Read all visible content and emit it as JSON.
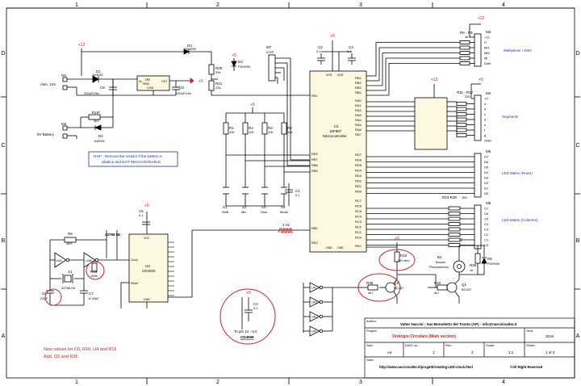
{
  "frame": {
    "cols": [
      "1",
      "2",
      "3",
      "4"
    ],
    "rows": [
      "D",
      "C",
      "B",
      "A"
    ]
  },
  "rails": {
    "p12": "+12",
    "p5": "+5"
  },
  "power": {
    "m1": "M1",
    "m1_label": "Alim. 12V",
    "m2": "M2",
    "m2_label": "9V Battery",
    "d1": "D1",
    "d1_val": "1N4001",
    "d2": "D2",
    "d2_val": "FDH999",
    "d3": "D3",
    "d3_val": "FDH999",
    "d4": "D4",
    "d4_val": "1N4001",
    "u5": "U5",
    "u5_val": "7805",
    "u5_com": "COM",
    "u5_in": "IN",
    "u5_out": "OUT",
    "c8": "C8",
    "c8_val": "220uF/25v",
    "c9": "C9",
    "c9_val": "100uF/16v",
    "r18": "R18*",
    "r18_val": "3k3",
    "r20": "R20",
    "r20_val": "33k",
    "r21": "R21",
    "r21_val": "22k",
    "note_line1": "R18* - Remove the resistor if the battery is",
    "note_line2": "alkaline and NOT RECHARGEABLE"
  },
  "mcu": {
    "u1": "U1",
    "u1_val1": "16F887",
    "u1_val2": "Microcontroller",
    "m7": "M7",
    "m7_val": "ICSP",
    "c2": "C2",
    "c2_val": "0.1",
    "c3": "C3",
    "c3_val": "0.1",
    "c1": "C1",
    "c1_val": "0.1",
    "pins_left": [
      "RE3",
      "RB7",
      "RB6",
      "RB5",
      "RB0",
      "RE2"
    ],
    "pins_right_top": [
      "RB1",
      "RB2",
      "RB3",
      "RB4"
    ],
    "pins_a": [
      "RA0",
      "RA1",
      "RA2",
      "RA3",
      "RA4",
      "RA5",
      "RA6",
      "RA7"
    ],
    "pins_d": [
      "RD7",
      "RD6",
      "RD5",
      "RD4",
      "RD3",
      "RD2",
      "RD1",
      "RD0"
    ],
    "pins_c": [
      "RC7",
      "RC6",
      "RC5",
      "RC4",
      "RC3",
      "RC2",
      "RC1",
      "RC0"
    ],
    "re1": "RE1",
    "re0": "RE0",
    "vdd": "VDD",
    "gnd": "GND"
  },
  "buttons": {
    "resistors": [
      {
        "name": "R1",
        "val": "10k"
      },
      {
        "name": "R2",
        "val": "10k"
      },
      {
        "name": "R3",
        "val": "10k"
      },
      {
        "name": "R4",
        "val": "10k"
      }
    ],
    "switches": [
      {
        "name": "S1",
        "label": "Shift"
      },
      {
        "name": "S2",
        "label": "Min"
      },
      {
        "name": "S3",
        "label": "Hour"
      },
      {
        "name": "S4",
        "label": "Mode"
      }
    ]
  },
  "oscillator": {
    "r5": "R5",
    "r5_val": "4M7",
    "u4a": "U4A",
    "u4b": "U4B",
    "r19": "R19",
    "r19_val": "100k",
    "x1": "X1",
    "x1_val": "32768 Hz",
    "c6": "C6",
    "c6_val": "22pF",
    "c7": "C7",
    "c7_val": "6-30pF",
    "freq": "32768 Hz",
    "u3": "U3",
    "u3_val": "CD4020",
    "u3_clock": "Clock",
    "u3_reset": "Reset",
    "u3_vcc": "VCC",
    "u3_gnd": "GND",
    "c5": "C5",
    "c5_val": "0.1",
    "two_hz": "2 Hz"
  },
  "decouple": {
    "c4": "C4",
    "c4_val": "0.1",
    "text": "To pin 14 - U4",
    "chip": "CD4069"
  },
  "outputs": {
    "r6r9": "R6 - R9",
    "r6r9_val": "4k7",
    "m3": "M3",
    "m3_pins": [
      "+12",
      "H",
      "MH",
      "MM",
      "Mi",
      "Dots"
    ],
    "m3_label": "Multiplexer / Dots",
    "u2": "U2",
    "u2_val": "ULN2003",
    "u2_com": "COM",
    "r11r17": "R11 - R17",
    "r11r17_val": "330",
    "m4": "M4",
    "m4_pins": [
      "+5",
      "a",
      "b",
      "c",
      "d",
      "e",
      "f",
      "g",
      "GND"
    ],
    "m4_label": "Segments",
    "m5": "M5",
    "m5_pins": [
      "D7",
      "D6",
      "D5",
      "D4",
      "D3",
      "D2",
      "D1",
      "D0"
    ],
    "m5_label": "LED Matrix (Rows)",
    "r23r30": "R23-R30",
    "r23r30_val": "150",
    "m6": "M6",
    "m6_pins": [
      "C7",
      "C6",
      "C5",
      "C4",
      "C3",
      "C2",
      "C1",
      "C0"
    ],
    "m6_label": "LED Matrix (Columns)"
  },
  "buzzer": {
    "r10": "R10",
    "r10_val": "100 ohm",
    "b1": "B1",
    "b1_l1": "Buzzer",
    "b1_l2": "Piezoelettrico",
    "r35": "R35",
    "r35_val": "1k",
    "d5": "D5",
    "d5_val": "FDH999",
    "r22": "R22",
    "r22_val": "4k7",
    "q1": "Q1",
    "q1_val": "BC337",
    "r36": "R36",
    "r36_val": "4k7",
    "q2": "Q2",
    "q2_val": "BC237",
    "u4": [
      "U4C",
      "U4D",
      "U4E",
      "U4F"
    ]
  },
  "titleblock": {
    "author_label": "Author:",
    "author": "Valter Narcisi - San Benedetto del Tronto (AP) - info@narcisivalter.it",
    "project_label": "Project:",
    "project": "Orologio Circolare (Main section)",
    "year_label": "Year:",
    "year": "2016",
    "size_label": "Size:",
    "size": "A4",
    "dwg_label": "DWG no.:",
    "dwg": "1",
    "rev_label": "Rev.:",
    "rev": "2",
    "scale_label": "Scale:",
    "scale": "1:1",
    "sheet_label": "Sheet:",
    "sheet": "1 of 3",
    "note_label": "Note:",
    "url": "http://www.narcisivalter.it/progetti/rotating-LED-clock.html",
    "rights": "©All Right Reserved"
  },
  "revision_note": {
    "line1": "New values for C6, R10, U4 and R19",
    "line2": "Add. Q2 and R36"
  },
  "colors": {
    "wire": "#000000",
    "rail": "#d02020",
    "note": "#1a2fc0",
    "accent": "#d02020",
    "body": "#fff8e0"
  }
}
